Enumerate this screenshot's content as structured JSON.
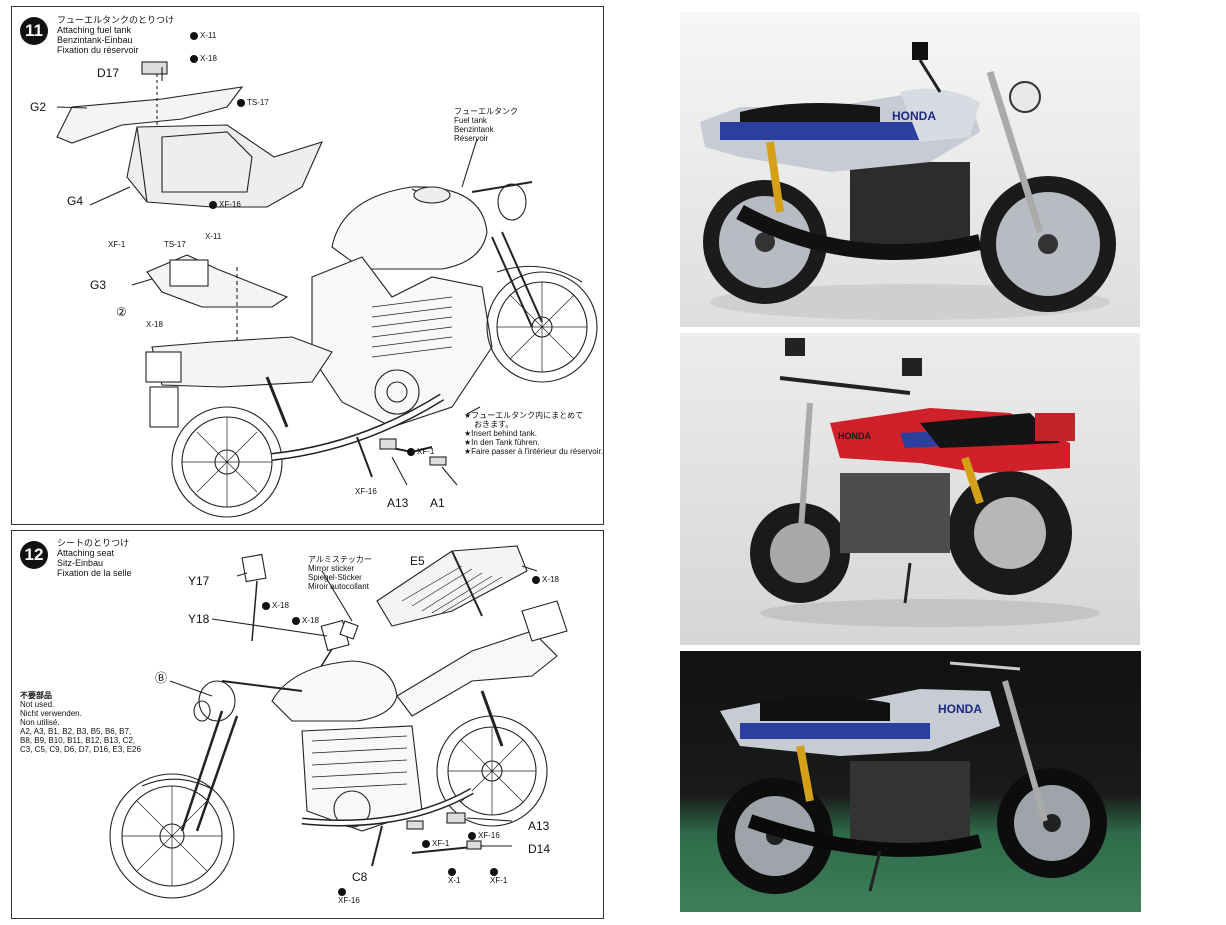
{
  "step11": {
    "number": "11",
    "title_jp": "フューエルタンクのとりつけ",
    "title_en": "Attaching fuel tank",
    "title_de": "Benzintank-Einbau",
    "title_fr": "Fixation du réservoir",
    "labels": {
      "d17": "D17",
      "g2": "G2",
      "g4": "G4",
      "g3": "G3",
      "x11_top": "X-11",
      "x18_top": "X-18",
      "ts17_top": "TS-17",
      "xf16_top": "XF-16",
      "xf1_left": "XF-1",
      "ts17_mid": "TS-17",
      "x11_mid": "X-11",
      "x18_mid": "X-18",
      "circle2": "②",
      "xf1_bottom": "XF-1",
      "xf16_bottom": "XF-16",
      "a13": "A13",
      "a1": "A1"
    },
    "fuel_tank": {
      "jp": "フューエルタンク",
      "en": "Fuel tank",
      "de": "Benzintank",
      "fr": "Réservoir"
    },
    "insert_note": {
      "jp1": "★フューエルタンク内にまとめて",
      "jp2": "おきます。",
      "en": "★Insert behind tank.",
      "de": "★In den Tank führen.",
      "fr": "★Faire passer à l'intérieur du réservoir."
    }
  },
  "step12": {
    "number": "12",
    "title_jp": "シートのとりつけ",
    "title_en": "Attaching seat",
    "title_de": "Sitz-Einbau",
    "title_fr": "Fixation de la selle",
    "sticker": {
      "jp": "アルミステッカー",
      "en": "Mirror sticker",
      "de": "Spiegel-Sticker",
      "fr": "Miroir autocollant"
    },
    "labels": {
      "e5": "E5",
      "x18_right": "X-18",
      "y17": "Y17",
      "x18_y17": "X-18",
      "y18": "Y18",
      "x18_y18": "X-18",
      "circleB": "Ⓑ",
      "a13": "A13",
      "xf16_a13": "XF-16",
      "xf1_a": "XF-1",
      "d14": "D14",
      "c8": "C8",
      "x1": "X-1",
      "xf1_b": "XF-1",
      "xf16_c8": "XF-16"
    },
    "not_used": {
      "jp": "不要部品",
      "en": "Not used.",
      "de": "Nicht verwenden.",
      "fr": "Non utilisé.",
      "line1": "A2, A3, B1, B2, B3, B5, B6, B7,",
      "line2": "B8, B9, B10, B11, B12, B13, C2,",
      "line3": "C3, C5, C9, D6, D7, D16, E3, E26"
    }
  },
  "photos": {
    "top_brand": "HONDA",
    "bottom_brand": "HONDA",
    "middle_brand": "HONDA",
    "colors": {
      "silver": "#c7ccd4",
      "blue_stripe": "#2b3f9e",
      "red_body": "#d0202a",
      "green_bg": "#2f6b4a"
    }
  }
}
